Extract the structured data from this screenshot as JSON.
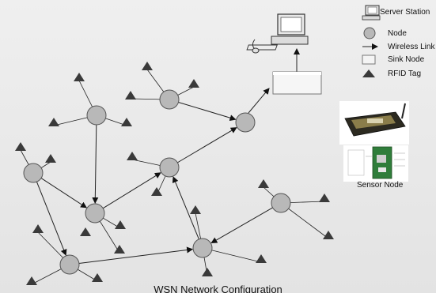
{
  "legend": {
    "server_station": "Server Station",
    "node": "Node",
    "wireless_link": "Wireless Link",
    "sink_node": "Sink Node",
    "rfid_tag": "RFID Tag"
  },
  "sensor_node_label": "Sensor Node",
  "caption": "WSN Network Configuration",
  "colors": {
    "node_fill": "#b8b8b8",
    "node_stroke": "#555555",
    "tag_fill": "#3a3a3a",
    "link": "#222222",
    "sink_fill": "#f4f4f4"
  }
}
